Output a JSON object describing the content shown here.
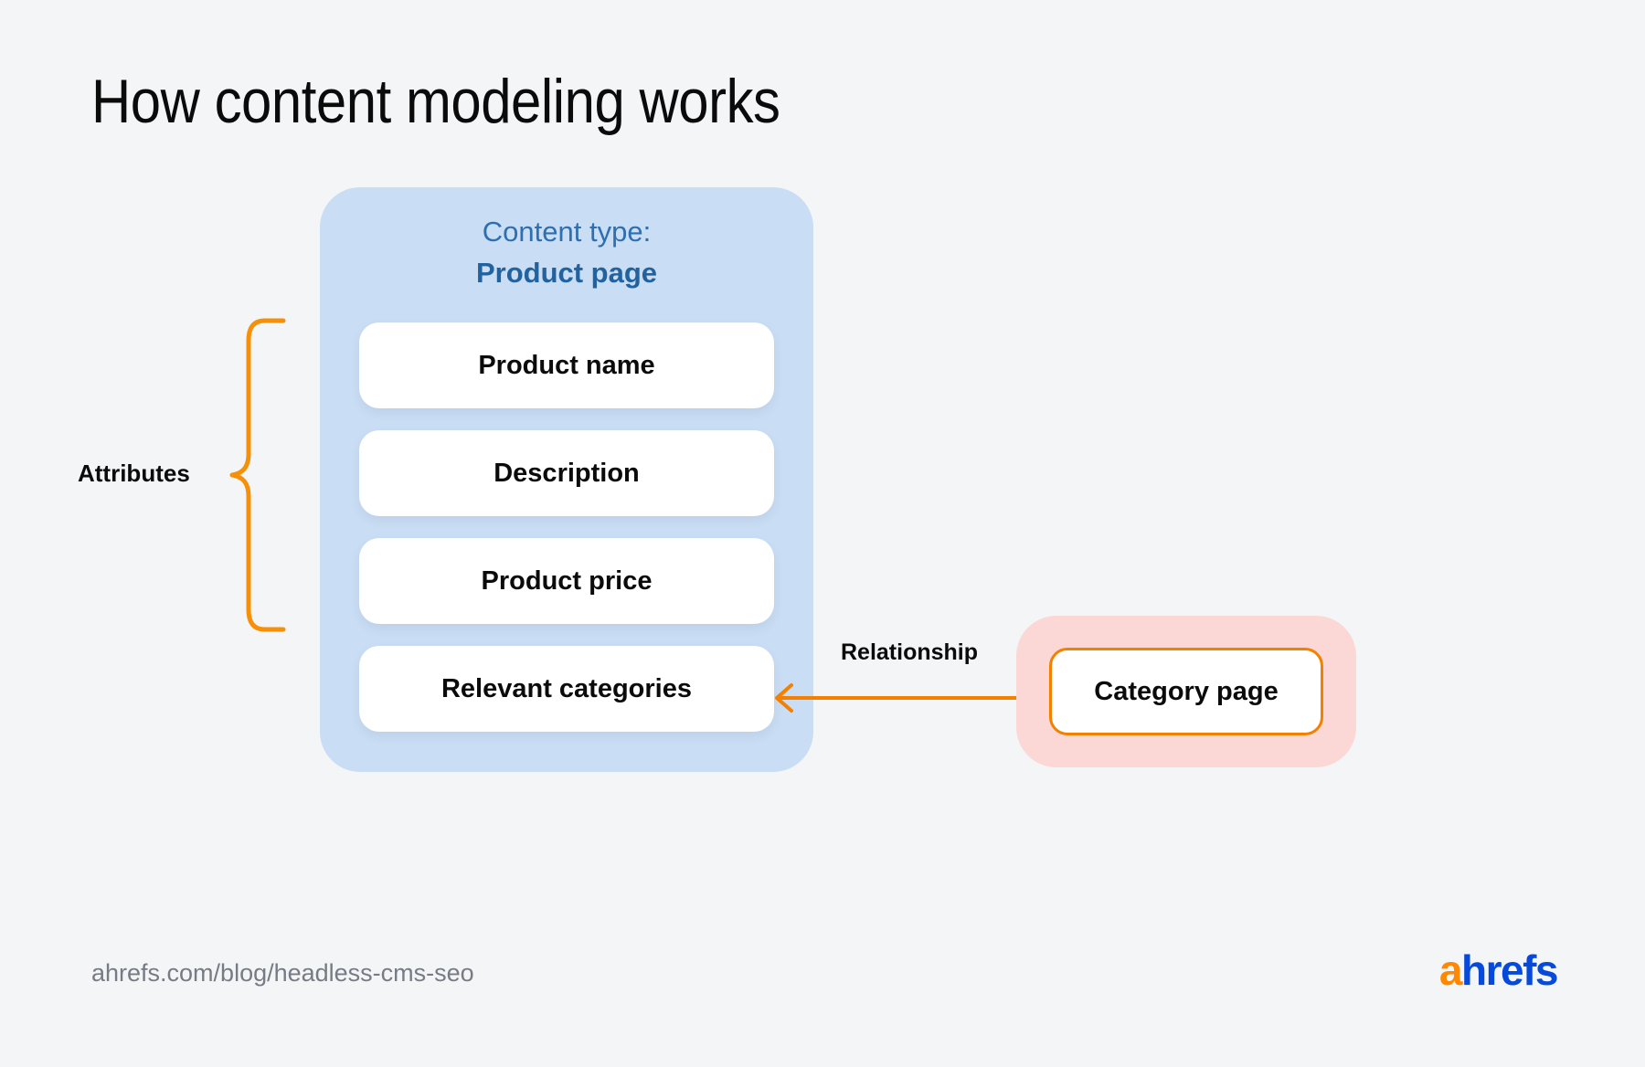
{
  "title": "How content modeling works",
  "content_type": {
    "label": "Content type:",
    "value": "Product page",
    "panel_color": "#c9ddf4",
    "text_color": "#2f6fb0"
  },
  "attributes": {
    "group_label": "Attributes",
    "brace_color": "#f79009",
    "items": [
      {
        "label": "Product name"
      },
      {
        "label": "Description"
      },
      {
        "label": "Product price"
      },
      {
        "label": "Relevant categories"
      }
    ]
  },
  "relationship": {
    "label": "Relationship",
    "arrow_color": "#f48000",
    "arrow_style": "double-headed"
  },
  "category_page": {
    "label": "Category page",
    "halo_color": "#fbd8d6",
    "border_color": "#f48000"
  },
  "footer": {
    "url": "ahrefs.com/blog/headless-cms-seo",
    "logo": {
      "accent": "a",
      "rest": "hrefs",
      "accent_color": "#ff8800",
      "rest_color": "#054ada"
    }
  },
  "chart_data": {
    "type": "diagram",
    "title": "How content modeling works",
    "nodes": [
      {
        "id": "product-page",
        "label": "Product page",
        "kind": "content-type",
        "color": "#c9ddf4"
      },
      {
        "id": "category-page",
        "label": "Category page",
        "kind": "content-type",
        "color": "#fbd8d6"
      }
    ],
    "fields": [
      "Product name",
      "Description",
      "Product price",
      "Relevant categories"
    ],
    "annotations": [
      "Attributes",
      "Relationship"
    ],
    "edges": [
      {
        "from": "product-page",
        "to": "category-page",
        "label": "Relationship",
        "direction": "both"
      }
    ]
  }
}
